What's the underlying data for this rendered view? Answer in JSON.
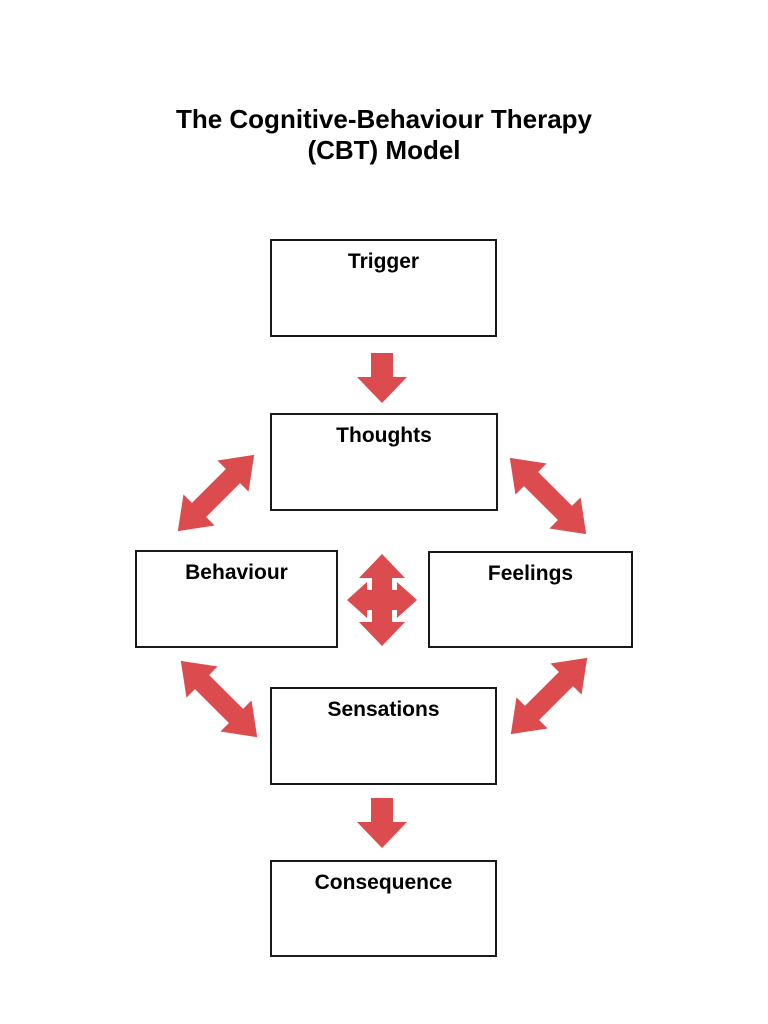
{
  "page": {
    "background_color": "#ffffff"
  },
  "title": {
    "line1": "The Cognitive-Behaviour Therapy",
    "line2": "(CBT) Model"
  },
  "diagram": {
    "accent_color": "#DC4B4E",
    "box_border_color": "#1a1a1a",
    "nodes": [
      {
        "id": "trigger",
        "label": "Trigger"
      },
      {
        "id": "thoughts",
        "label": "Thoughts"
      },
      {
        "id": "behaviour",
        "label": "Behaviour"
      },
      {
        "id": "feelings",
        "label": "Feelings"
      },
      {
        "id": "sensations",
        "label": "Sensations"
      },
      {
        "id": "consequence",
        "label": "Consequence"
      }
    ],
    "connections": [
      {
        "from": "trigger",
        "to": "thoughts",
        "type": "one-way-down"
      },
      {
        "from": "thoughts",
        "to": "behaviour",
        "type": "two-way-diagonal"
      },
      {
        "from": "thoughts",
        "to": "feelings",
        "type": "two-way-diagonal"
      },
      {
        "from": "behaviour",
        "to": "feelings",
        "type": "four-way-cross"
      },
      {
        "from": "behaviour",
        "to": "sensations",
        "type": "two-way-diagonal"
      },
      {
        "from": "feelings",
        "to": "sensations",
        "type": "two-way-diagonal"
      },
      {
        "from": "sensations",
        "to": "consequence",
        "type": "one-way-down"
      }
    ]
  }
}
